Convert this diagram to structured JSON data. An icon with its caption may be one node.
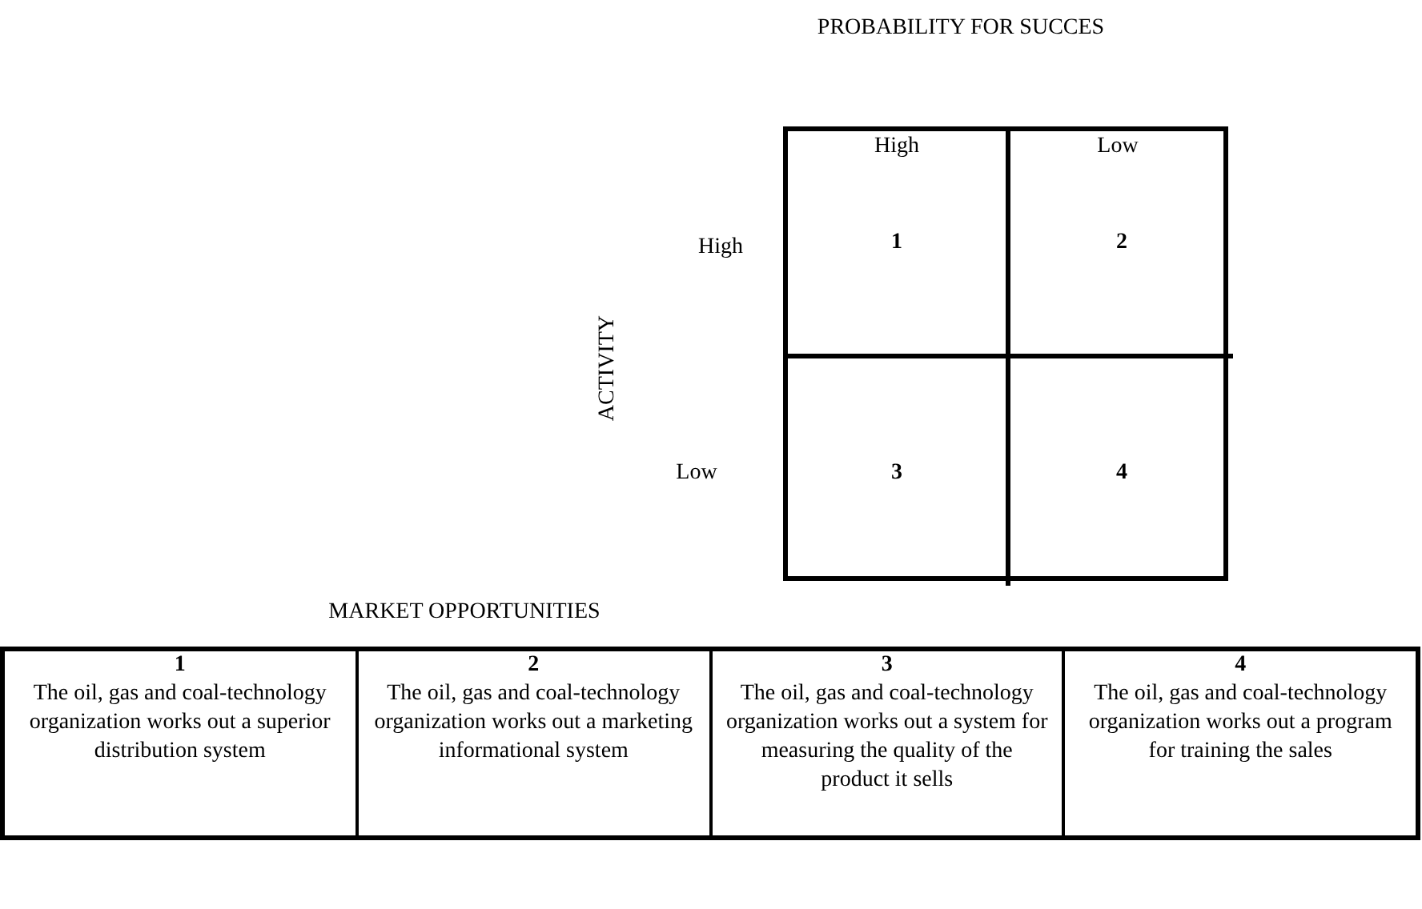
{
  "diagram": {
    "nodes": [
      {
        "text": [
          "1"
        ]
      },
      {
        "text": [
          "2"
        ]
      },
      {
        "text": [
          "3"
        ]
      },
      {
        "text": [
          "4"
        ]
      },
      {
        "text": [
          "1",
          "The oil, gas and coal-technology organization works out a superior distribution system"
        ]
      },
      {
        "text": [
          "2",
          "The oil, gas and coal-technology organization works out a marketing informational system"
        ]
      },
      {
        "text": [
          "3",
          "The oil, gas and coal-technology organization works out a system for measuring the quality of the product it sells"
        ]
      },
      {
        "text": [
          "4",
          "The oil, gas and coal-technology organization works out a program for training the sales"
        ]
      }
    ],
    "labels": [
      "PROBABILITY FOR SUCCES",
      "High",
      "Low",
      "High",
      "ACTIVITY",
      "Low",
      "MARKET OPPORTUNITIES"
    ]
  }
}
